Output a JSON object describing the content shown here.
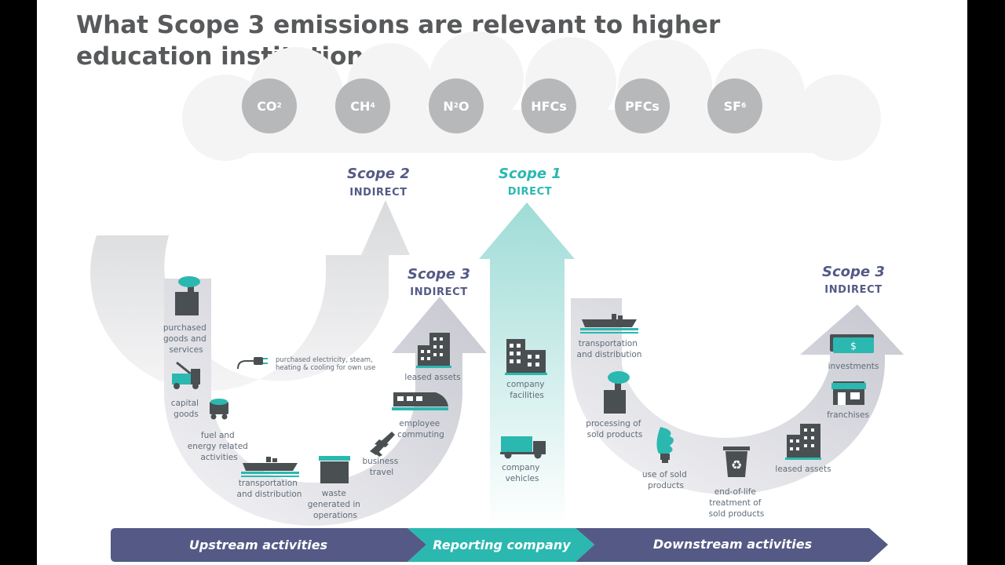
{
  "title": "What Scope 3 emissions are relevant to higher education institutions?",
  "gases": [
    {
      "base": "CO",
      "sub": "2"
    },
    {
      "base": "CH",
      "sub": "4"
    },
    {
      "base": "N",
      "sub": "2",
      "tail": "O"
    },
    {
      "base": "HFCs",
      "sub": ""
    },
    {
      "base": "PFCs",
      "sub": ""
    },
    {
      "base": "SF",
      "sub": "6"
    }
  ],
  "scopes": {
    "scope2": {
      "name": "Scope 2",
      "type": "INDIRECT"
    },
    "scope1": {
      "name": "Scope 1",
      "type": "DIRECT"
    },
    "scope3_up": {
      "name": "Scope 3",
      "type": "INDIRECT"
    },
    "scope3_down": {
      "name": "Scope 3",
      "type": "INDIRECT"
    }
  },
  "items": {
    "purchased_goods": [
      "purchased",
      "goods and",
      "services"
    ],
    "capital_goods": [
      "capital",
      "goods"
    ],
    "fuel_energy": [
      "fuel and",
      "energy related",
      "activities"
    ],
    "transport_up": [
      "transportation",
      "and distribution"
    ],
    "waste": [
      "waste",
      "generated in",
      "operations"
    ],
    "business_travel": [
      "business",
      "travel"
    ],
    "employee_commuting": [
      "employee",
      "commuting"
    ],
    "leased_up": [
      "leased assets"
    ],
    "electricity": [
      "purchased electricity, steam,",
      "heating & cooling for own use"
    ],
    "company_facilities": [
      "company",
      "facilities"
    ],
    "company_vehicles": [
      "company",
      "vehicles"
    ],
    "transport_down": [
      "transportation",
      "and distribution"
    ],
    "processing": [
      "processing of",
      "sold products"
    ],
    "use_sold": [
      "use of sold",
      "products"
    ],
    "end_of_life": [
      "end-of-life",
      "treatment of",
      "sold products"
    ],
    "leased_down": [
      "leased assets"
    ],
    "franchises": [
      "franchises"
    ],
    "investments": [
      "investments"
    ]
  },
  "bar": {
    "upstream": "Upstream activities",
    "reporting": "Reporting company",
    "downstream": "Downstream activities"
  },
  "colors": {
    "teal": "#2bb8b0",
    "navy": "#545a85",
    "gray": "#b7b8ba",
    "text": "#58595b"
  }
}
